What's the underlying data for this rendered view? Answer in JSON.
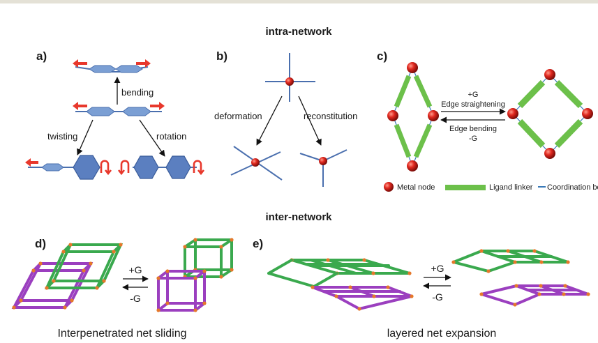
{
  "headings": {
    "intra": "intra-network",
    "inter": "inter-network"
  },
  "panels": {
    "a": {
      "label": "a)",
      "bending": "bending",
      "twisting": "twisting",
      "rotation": "rotation"
    },
    "b": {
      "label": "b)",
      "deformation": "deformation",
      "reconstitution": "reconstitution"
    },
    "c": {
      "label": "c)",
      "forward_top": "+G",
      "forward_bottom": "Edge straightening",
      "reverse_top": "Edge bending",
      "reverse_bottom": "-G",
      "legend": {
        "metal_node": "Metal node",
        "ligand_linker": "Ligand linker",
        "coordination_bond": "Coordination bond"
      }
    },
    "d": {
      "label": "d)",
      "forward": "+G",
      "reverse": "-G",
      "caption": "Interpenetrated net sliding"
    },
    "e": {
      "label": "e)",
      "forward": "+G",
      "reverse": "-G",
      "caption": "layered net expansion"
    }
  },
  "colors": {
    "ligand_blue": "#7b9fd4",
    "ligand_blue_dark": "#4a6fae",
    "arrow_red": "#e8382c",
    "metal_red": "#d9241c",
    "linker_green": "#6cc04a",
    "net_green": "#3aa94e",
    "net_purple": "#9b3fbf",
    "node_orange": "#e5782a"
  }
}
